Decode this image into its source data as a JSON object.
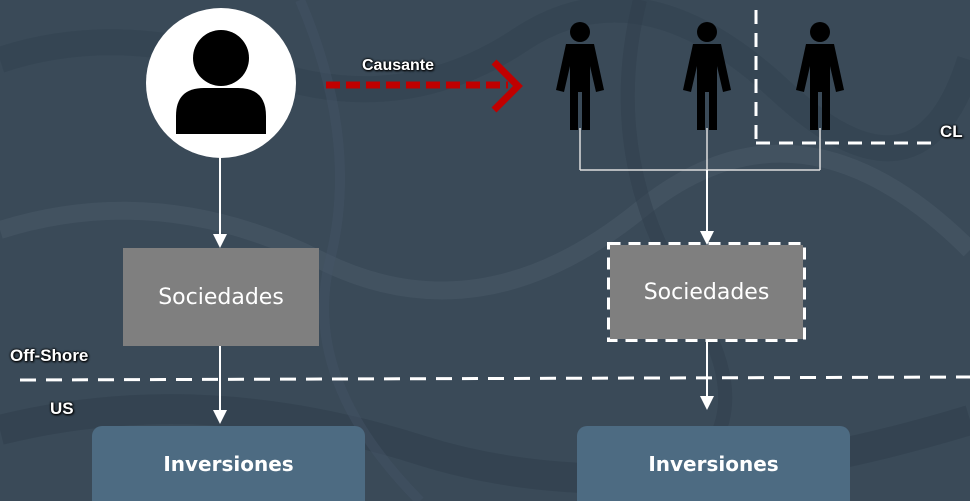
{
  "labels": {
    "causante": "Causante",
    "cl": "CL",
    "offshore": "Off-Shore",
    "us": "US"
  },
  "boxes": {
    "sociedades_left": "Sociedades",
    "sociedades_right": "Sociedades",
    "inversiones_left": "Inversiones",
    "inversiones_right": "Inversiones"
  },
  "icons": {
    "person_circle": "user-avatar-icon",
    "heir": "person-standing-icon"
  },
  "colors": {
    "background": "#3a4a58",
    "arrow_red": "#c00000",
    "box_gray": "#7f7f7f",
    "box_blue": "#4d6b82",
    "line_white": "#ffffff"
  }
}
